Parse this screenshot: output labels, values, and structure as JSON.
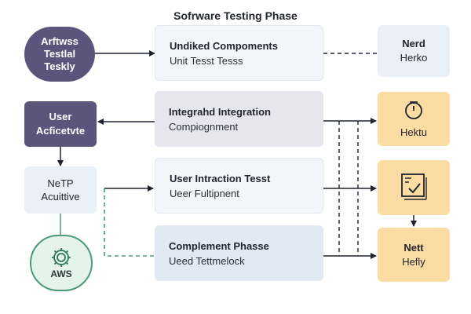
{
  "title": "Sofrware Testing Phase",
  "left": {
    "circle_lines": [
      "Arftwss",
      "Testlal",
      "Teskly"
    ],
    "user_lines": [
      "User",
      "Acficetvte"
    ],
    "netp_lines": [
      "NeTP",
      "Acuittive"
    ],
    "aws_label": "AWS"
  },
  "middle": [
    {
      "line1": "Undiked Compoments",
      "line2": "Unit Tesst Tesss"
    },
    {
      "line1": "Integrahd Integration",
      "line2": "Compiognment"
    },
    {
      "line1": "User Intraction Tesst",
      "line2": "Ueer Fultipnent"
    },
    {
      "line1": "Complement Phasse",
      "line2": "Ueed Tettmelock"
    }
  ],
  "right": {
    "nerd_lines": [
      "Nerd",
      "Herko"
    ],
    "hektu_label": "Hektu",
    "nett_lines": [
      "Nett",
      "Hefly"
    ]
  },
  "icons": {
    "aws": "gear-icon",
    "hektu": "clock-icon",
    "checklist": "checklist-icon"
  },
  "colors": {
    "dark_purple": "#5b557c",
    "light_blue": "#eaf0f8",
    "orange": "#fbdca3",
    "green": "#4b9a78",
    "line": "#1f2430"
  }
}
